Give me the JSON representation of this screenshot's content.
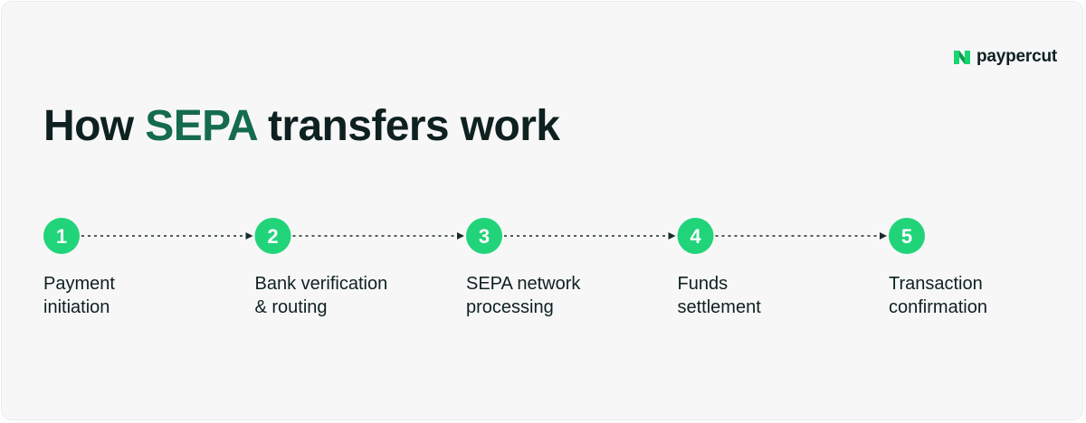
{
  "brand": {
    "name": "paypercut",
    "accent_color": "#156b4d",
    "mark_color": "#17d66f",
    "logo_icon": "paypercut-logo-icon"
  },
  "title": {
    "prefix": "How",
    "highlight": "SEPA",
    "suffix": "transfers work"
  },
  "steps": [
    {
      "number": "1",
      "label_line1": "Payment",
      "label_line2": "initiation"
    },
    {
      "number": "2",
      "label_line1": "Bank verification",
      "label_line2": "& routing"
    },
    {
      "number": "3",
      "label_line1": "SEPA network",
      "label_line2": "processing"
    },
    {
      "number": "4",
      "label_line1": "Funds",
      "label_line2": "settlement"
    },
    {
      "number": "5",
      "label_line1": "Transaction",
      "label_line2": "confirmation"
    }
  ],
  "colors": {
    "step_circle": "#21d47a",
    "text_dark": "#0f2020",
    "connector": "#1b2a2a"
  }
}
